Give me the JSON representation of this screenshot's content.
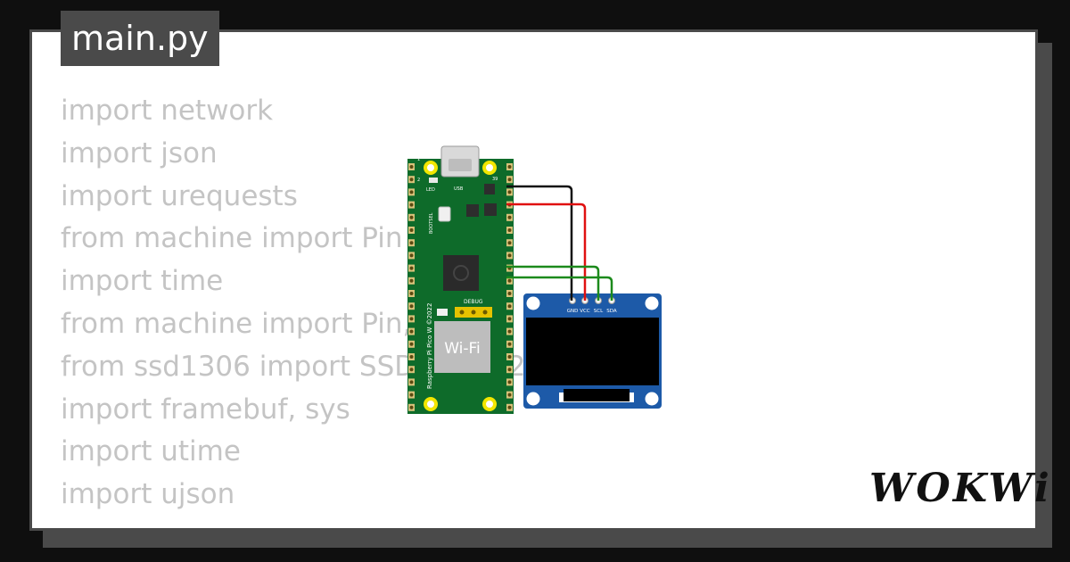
{
  "file_tab": {
    "label": "main.py"
  },
  "code_lines": [
    "import network",
    "import json",
    "import urequests",
    "from machine import Pin",
    "import time",
    "from machine import Pin, I2C",
    "from ssd1306 import SSD1306_I2C",
    "import framebuf, sys",
    "import utime",
    "import ujson"
  ],
  "board": {
    "model_text": "Raspberry Pi Pico W ©2022",
    "wifi_label": "Wi-Fi",
    "debug_label": "DEBUG",
    "led_label": "LED",
    "usb_label": "USB",
    "bootsel_label": "BOOTSEL",
    "pin1_label": "1",
    "pin2_label": "2",
    "pin39_label": "39"
  },
  "oled": {
    "pin_labels": [
      "GND",
      "VCC",
      "SCL",
      "SDA"
    ]
  },
  "wires": {
    "gnd_color": "#111111",
    "vcc_color": "#e01010",
    "i2c_color": "#1c8a1c"
  },
  "colors": {
    "pcb_green": "#0e6b2a",
    "oled_blue": "#1d5aa8",
    "mount_hole": "#f2e600"
  },
  "logo": {
    "text": "WOKWi"
  }
}
